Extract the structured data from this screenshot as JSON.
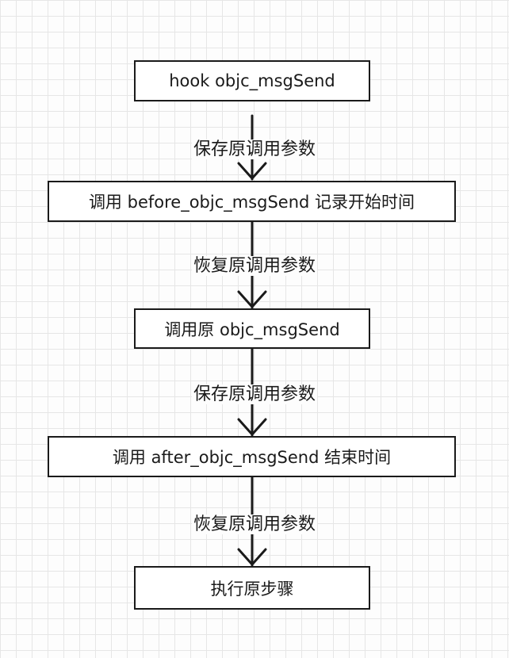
{
  "nodes": [
    {
      "text": "hook objc_msgSend"
    },
    {
      "text": "调用 before_objc_msgSend 记录开始时间"
    },
    {
      "text": "调用原 objc_msgSend"
    },
    {
      "text": "调用 after_objc_msgSend 结束时间"
    },
    {
      "text": "执行原步骤"
    }
  ],
  "edges": [
    {
      "label": "保存原调用参数"
    },
    {
      "label": "恢复原调用参数"
    },
    {
      "label": "保存原调用参数"
    },
    {
      "label": "恢复原调用参数"
    }
  ]
}
